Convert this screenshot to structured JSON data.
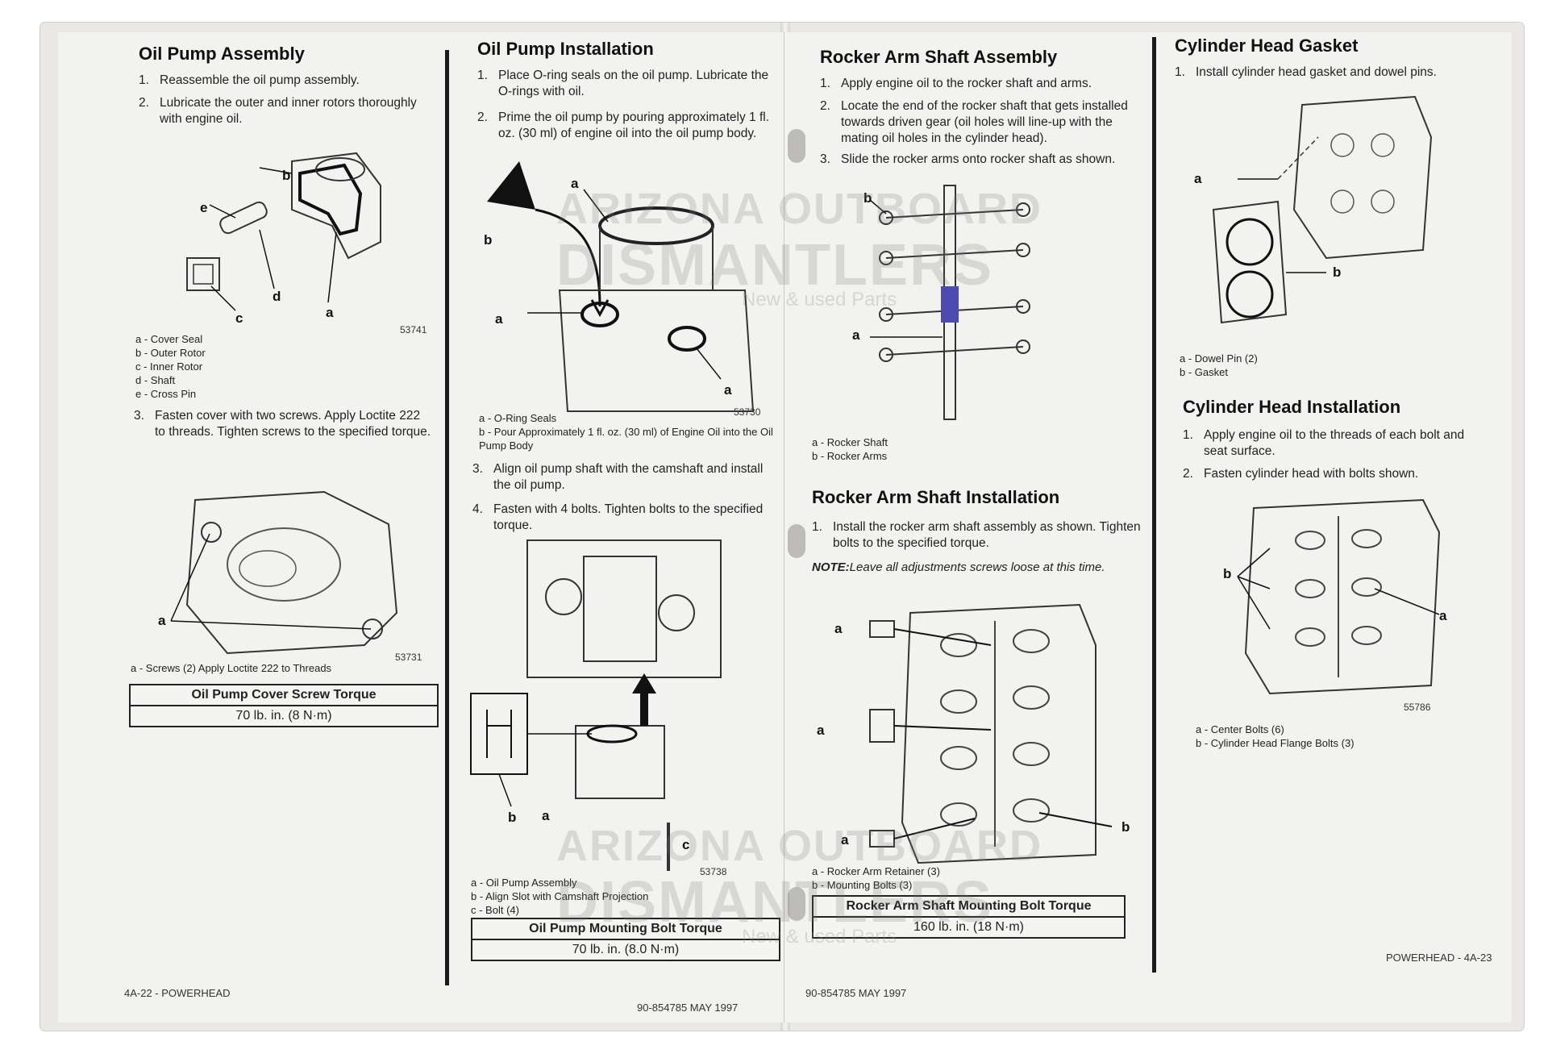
{
  "left_page": {
    "oil_pump_assembly": {
      "title": "Oil Pump Assembly",
      "steps": [
        {
          "n": "1.",
          "text": "Reassemble the oil pump assembly."
        },
        {
          "n": "2.",
          "text": "Lubricate the outer and inner rotors thoroughly with engine oil."
        }
      ],
      "fig_labels": [
        "b",
        "e",
        "d",
        "c",
        "a"
      ],
      "legend": [
        "a - Cover Seal",
        "b - Outer Rotor",
        "c - Inner Rotor",
        "d - Shaft",
        "e - Cross Pin"
      ],
      "fig_no": "53741",
      "step3": {
        "n": "3.",
        "text": "Fasten cover with two screws. Apply Loctite 222 to threads. Tighten screws to the specified torque."
      },
      "fig2_label": "a",
      "fig2_legend": "a - Screws (2) Apply Loctite 222 to Threads",
      "fig2_no": "53731",
      "torque_title": "Oil Pump Cover Screw Torque",
      "torque_value": "70 lb. in. (8 N·m)",
      "footer": "4A-22 - POWERHEAD"
    },
    "oil_pump_installation": {
      "title": "Oil Pump Installation",
      "steps": [
        {
          "n": "1.",
          "text": "Place O-ring seals on the oil pump. Lubricate the O-rings with oil."
        },
        {
          "n": "2.",
          "text": "Prime the oil pump by pouring approximately 1 fl. oz. (30 ml) of engine oil into the oil pump body."
        }
      ],
      "fig_labels": [
        "a",
        "b",
        "a",
        "a"
      ],
      "fig_no": "53730",
      "legend": [
        "a - O-Ring Seals",
        "b - Pour Approximately 1 fl. oz. (30 ml) of Engine Oil into the Oil Pump Body"
      ],
      "steps2": [
        {
          "n": "3.",
          "text": "Align oil pump shaft with the camshaft and install the oil pump."
        },
        {
          "n": "4.",
          "text": "Fasten with 4 bolts. Tighten bolts to the specified torque."
        }
      ],
      "fig2_labels": [
        "b",
        "a",
        "c"
      ],
      "fig2_no": "53738",
      "fig2_legend": [
        "a - Oil Pump Assembly",
        "b - Align Slot with Camshaft Projection",
        "c - Bolt (4)"
      ],
      "torque_title": "Oil Pump Mounting Bolt Torque",
      "torque_value": "70 lb. in. (8.0 N·m)",
      "footer": "90-854785   MAY 1997"
    }
  },
  "right_page": {
    "rocker_arm_shaft_assembly": {
      "title": "Rocker Arm Shaft Assembly",
      "steps": [
        {
          "n": "1.",
          "text": "Apply engine oil to the rocker shaft and arms."
        },
        {
          "n": "2.",
          "text": "Locate the end of the rocker shaft that gets installed towards driven gear (oil holes will line-up with the mating oil holes in the cylinder head)."
        },
        {
          "n": "3.",
          "text": "Slide the rocker arms onto rocker shaft as shown."
        }
      ],
      "fig_labels": [
        "b",
        "a"
      ],
      "legend": [
        "a - Rocker Shaft",
        "b - Rocker Arms"
      ]
    },
    "rocker_arm_shaft_installation": {
      "title": "Rocker Arm Shaft Installation",
      "steps": [
        {
          "n": "1.",
          "text": "Install the rocker arm shaft assembly as shown. Tighten bolts to the specified torque."
        }
      ],
      "note_label": "NOTE:",
      "note_text": "Leave all adjustments screws loose at this time.",
      "fig_labels": [
        "a",
        "a",
        "a",
        "b"
      ],
      "legend": [
        "a - Rocker Arm Retainer (3)",
        "b - Mounting Bolts (3)"
      ],
      "torque_title": "Rocker Arm Shaft Mounting Bolt Torque",
      "torque_value": "160 lb. in. (18 N·m)",
      "footer": "90-854785   MAY 1997"
    },
    "cylinder_head_gasket": {
      "title": "Cylinder Head Gasket",
      "steps": [
        {
          "n": "1.",
          "text": "Install cylinder head gasket and dowel pins."
        }
      ],
      "fig_labels": [
        "a",
        "b"
      ],
      "legend": [
        "a - Dowel Pin (2)",
        "b - Gasket"
      ]
    },
    "cylinder_head_installation": {
      "title": "Cylinder Head Installation",
      "steps": [
        {
          "n": "1.",
          "text": "Apply engine oil to the threads of each bolt and seat surface."
        },
        {
          "n": "2.",
          "text": "Fasten cylinder head with bolts shown."
        }
      ],
      "fig_labels": [
        "b",
        "a"
      ],
      "fig_no": "55786",
      "legend": [
        "a - Center Bolts (6)",
        "b - Cylinder Head Flange Bolts (3)"
      ],
      "footer": "POWERHEAD - 4A-23"
    }
  },
  "watermark": {
    "line1": "ARIZONA OUTBOARD",
    "line2": "DISMANTLERS",
    "line3": "New & used Parts"
  }
}
